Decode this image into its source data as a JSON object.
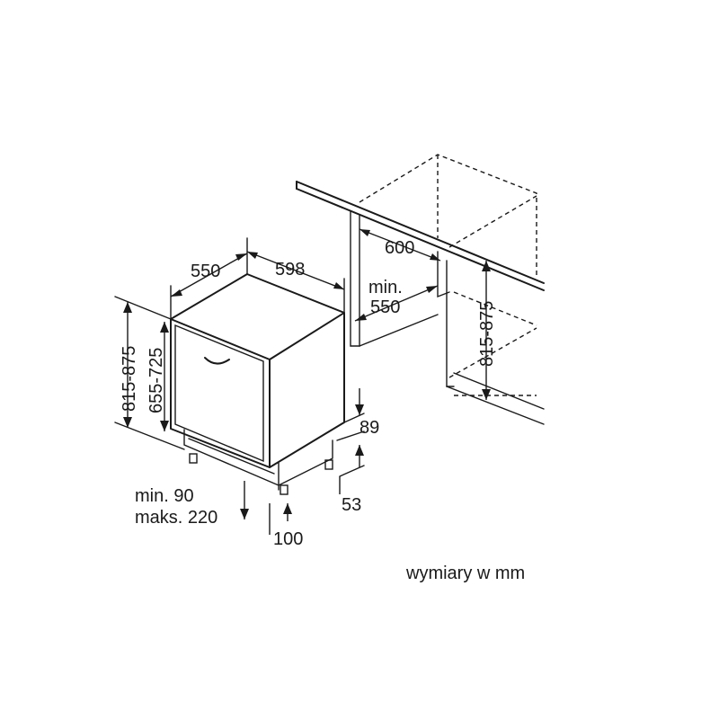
{
  "labels": {
    "depth_unit": "550",
    "width_unit": "598",
    "niche_depth": "600",
    "niche_min_label": "min.",
    "niche_min_value": "550",
    "niche_height": "815-875",
    "unit_height_outer": "815-875",
    "unit_height_door": "655-725",
    "plinth_89": "89",
    "plinth_53": "53",
    "min_90": "min. 90",
    "max_220": "maks. 220",
    "offset_100": "100"
  },
  "caption": "wymiary w mm"
}
